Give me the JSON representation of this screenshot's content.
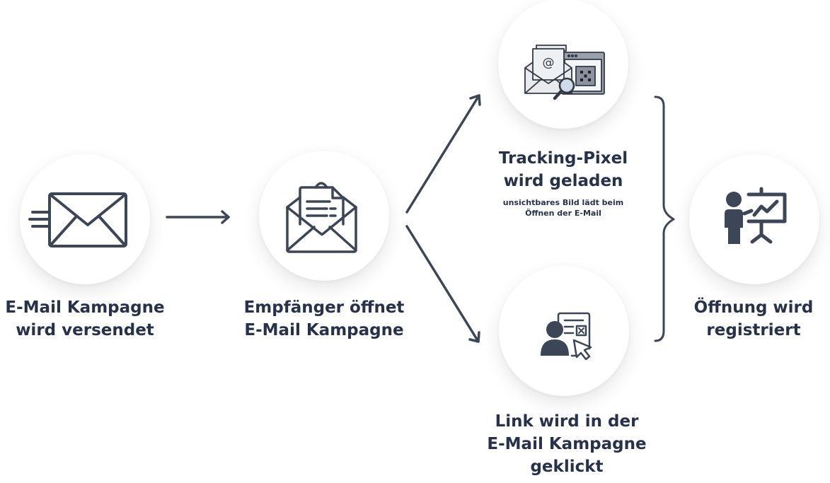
{
  "diagram": {
    "steps": [
      {
        "id": "send",
        "icon": "email-send-icon",
        "label_lines": [
          "E-Mail Kampagne",
          "wird versendet"
        ]
      },
      {
        "id": "open",
        "icon": "open-envelope-icon",
        "label_lines": [
          "Empfänger öffnet",
          "E-Mail Kampagne"
        ]
      },
      {
        "id": "pixel",
        "icon": "tracking-pixel-icon",
        "label_lines": [
          "Tracking-Pixel",
          "wird geladen"
        ],
        "sublabel_lines": [
          "unsichtbares Bild lädt beim",
          "Öffnen der E-Mail"
        ]
      },
      {
        "id": "click",
        "icon": "user-click-icon",
        "label_lines": [
          "Link wird in der",
          "E-Mail Kampagne",
          "geklickt"
        ]
      },
      {
        "id": "registered",
        "icon": "presentation-chart-icon",
        "label_lines": [
          "Öffnung wird",
          "registriert"
        ]
      }
    ],
    "connections": [
      {
        "from": "send",
        "to": "open",
        "type": "arrow"
      },
      {
        "from": "open",
        "to": "pixel",
        "type": "arrow"
      },
      {
        "from": "open",
        "to": "click",
        "type": "arrow"
      },
      {
        "from": [
          "pixel",
          "click"
        ],
        "to": "registered",
        "type": "brace"
      }
    ],
    "colors": {
      "icon": "#3d4656",
      "text": "#27324a",
      "arrow": "#3d4656",
      "icon_fill_light": "#e8eaee",
      "icon_fill_mid": "#9aa1ad"
    }
  }
}
